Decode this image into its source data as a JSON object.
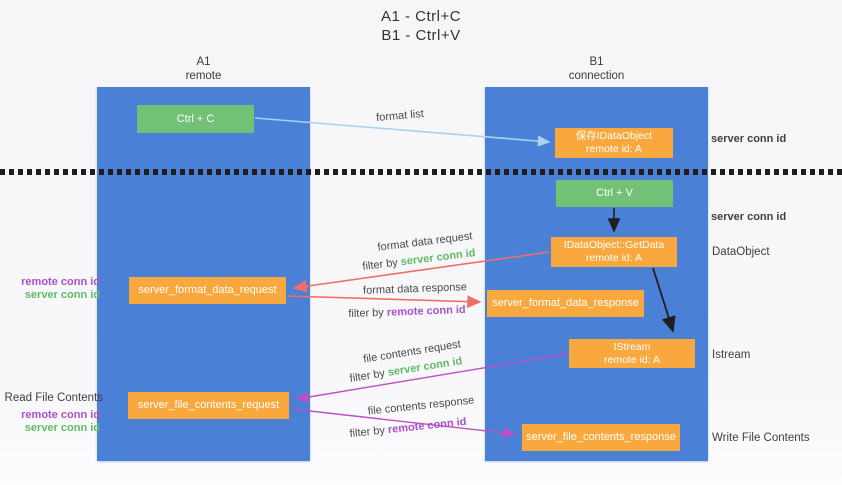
{
  "title": {
    "line1": "A1 - Ctrl+C",
    "line2": "B1 - Ctrl+V"
  },
  "lanes": [
    {
      "name": "A1",
      "subtitle": "remote"
    },
    {
      "name": "B1",
      "subtitle": "connection"
    }
  ],
  "nodes": {
    "ctrl_c": {
      "label": "Ctrl + C"
    },
    "save_idataobject": {
      "line1": "保存IDataObject",
      "line2": "remote id: A"
    },
    "ctrl_v": {
      "label": "Ctrl + V"
    },
    "idataobject_getdata": {
      "line1": "IDataObject::GetData",
      "line2": "remote id: A"
    },
    "server_format_data_request": {
      "label": "server_format_data_request"
    },
    "server_format_data_response": {
      "label": "server_format_data_response"
    },
    "istream": {
      "line1": "IStream",
      "line2": "remote id: A"
    },
    "server_file_contents_request": {
      "label": "server_file_contents_request"
    },
    "server_file_contents_response": {
      "label": "server_file_contents_response"
    }
  },
  "arrows": {
    "format_list": {
      "label": "format list"
    },
    "format_request": {
      "line1": "format data request",
      "filter_prefix": "filter by ",
      "filter_value": "server conn id"
    },
    "format_response": {
      "line1": "format data response",
      "filter_prefix": "filter by ",
      "filter_value": "remote conn id"
    },
    "file_request": {
      "line1": "file contents request",
      "filter_prefix": "filter by ",
      "filter_value": "server conn id"
    },
    "file_response": {
      "line1": "file contents response",
      "filter_prefix": "filter by ",
      "filter_value": "remote conn id"
    }
  },
  "left_labels": {
    "group1": {
      "line1": "remote conn id",
      "line2": "server conn id"
    },
    "read_file": "Read File Contents",
    "group2": {
      "line1": "remote conn id",
      "line2": "server conn id"
    }
  },
  "right_labels": {
    "server_conn_id_1": "server conn id",
    "server_conn_id_2": "server conn id",
    "dataobject": "DataObject",
    "istream": "Istream",
    "write_file": "Write File Contents"
  },
  "colors": {
    "lane_blue": "#4a80d5",
    "node_green": "#73c077",
    "node_orange": "#f9a83e",
    "accent_green": "#5fbb64",
    "accent_purple": "#a851c9",
    "arrow_salmon": "#ef6f68",
    "arrow_magenta": "#bd4ec5",
    "arrow_lightblue": "#a9d2ee",
    "arrow_black": "#1f1f1f"
  }
}
